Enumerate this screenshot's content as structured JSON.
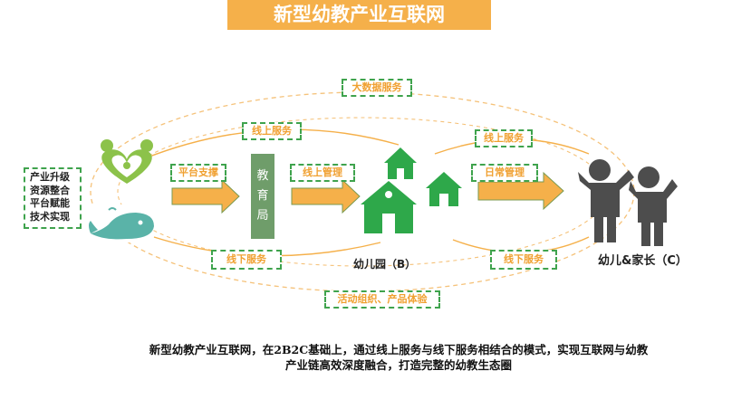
{
  "title": "新型幼教产业互联网",
  "left_box": [
    "产业升级",
    "资源整合",
    "平台赋能",
    "技术实现"
  ],
  "labels": {
    "big_data": "大数据服务",
    "online_service_top": "线上服务",
    "platform_support": "平台支撑",
    "offline_service_left": "线下服务",
    "online_mgmt": "线上管理",
    "online_service_right": "线上服务",
    "daily_mgmt": "日常管理",
    "offline_service_right": "线下服务",
    "activities": "活动组织、产品体验"
  },
  "bureau": [
    "教",
    "育",
    "局"
  ],
  "kindergarten": "幼儿园（B）",
  "parents": "幼儿&家长（C）",
  "caption_line1": "新型幼教产业互联网，在2B2C基础上，通过线上服务与线下服务相结合的模式，实现互联网与幼教",
  "caption_line2": "产业链高效深度融合，打造完整的幼教生态圈",
  "colors": {
    "orange": "#f5b04a",
    "green": "#3fa34d",
    "dark_gray": "#595959",
    "teal": "#5ab3a8"
  }
}
